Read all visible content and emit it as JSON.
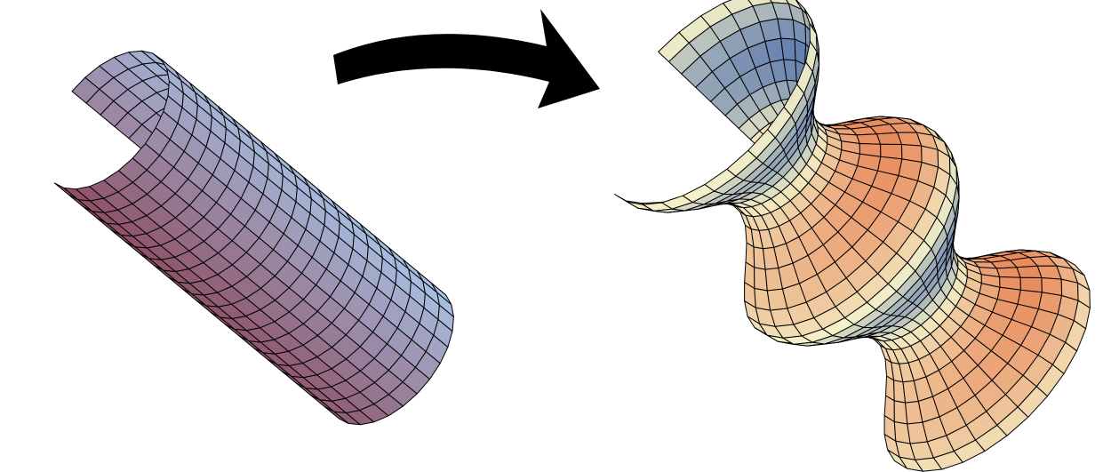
{
  "figure": {
    "panels": [
      {
        "id": "cylinder",
        "surface": "cylinder"
      },
      {
        "id": "deformed",
        "surface": "undulating-surface-of-revolution"
      }
    ],
    "arrow": {
      "direction": "left-to-right",
      "icon": "curved-arrow-icon"
    }
  },
  "colors": {
    "background": "#ffffff",
    "mesh_line": "#000000",
    "cylinder_light": "#a9c6ea",
    "cylinder_dark": "#8d4d62",
    "surface_warm": "#e88a5c",
    "surface_cool": "#3f63a8",
    "surface_highlight": "#f4f0c8",
    "arrow": "#000000"
  }
}
